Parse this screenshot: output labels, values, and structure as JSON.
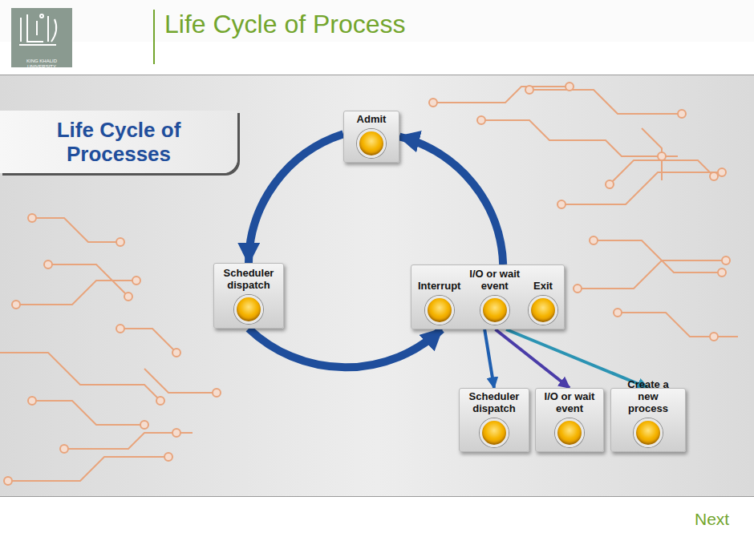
{
  "diagram": {
    "title": "Life Cycle of Process",
    "nodes": [
      {
        "text": [
          "Life Cycle of Processes"
        ]
      },
      {
        "text": [
          "Admit"
        ]
      },
      {
        "text": [
          "Scheduler dispatch"
        ]
      },
      {
        "text": [
          "Interrupt",
          "I/O or wait event",
          "Exit"
        ]
      },
      {
        "text": [
          "Scheduler dispatch"
        ]
      },
      {
        "text": [
          "I/O or wait event"
        ]
      },
      {
        "text": [
          "Create a new process"
        ]
      }
    ],
    "edges": [
      {
        "from": 1,
        "to": 2,
        "arrow": "to"
      },
      {
        "from": 2,
        "to": 3,
        "arrow": "to"
      },
      {
        "from": 3,
        "to": 1,
        "arrow": "to"
      },
      {
        "from": 3,
        "to": 4,
        "arrow": "to"
      },
      {
        "from": 3,
        "to": 5,
        "arrow": "to"
      },
      {
        "from": 3,
        "to": 6,
        "arrow": "to"
      }
    ],
    "labels": [
      "KING KHALID UNIVERSITY",
      "Next"
    ]
  }
}
